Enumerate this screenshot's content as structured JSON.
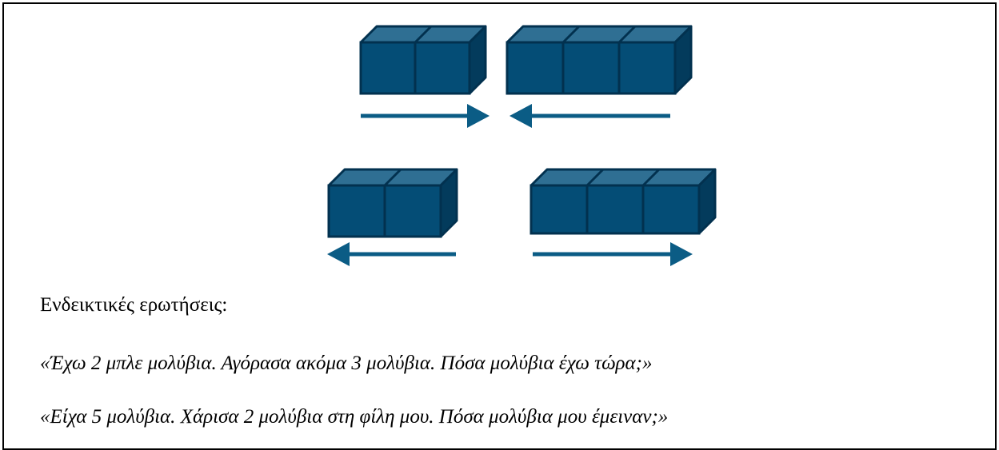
{
  "figure": {
    "colors": {
      "cube_front": "#044D76",
      "cube_top": "#2F6F93",
      "cube_side": "#033B5C",
      "cube_edge": "#02314F",
      "arrow": "#0B5C85"
    },
    "rows": [
      {
        "groups": [
          {
            "cubes": 2,
            "arrow": "right"
          },
          {
            "cubes": 3,
            "arrow": "left"
          }
        ]
      },
      {
        "groups": [
          {
            "cubes": 2,
            "arrow": "left"
          },
          {
            "cubes": 3,
            "arrow": "right"
          }
        ]
      }
    ]
  },
  "text": {
    "heading": "Ενδεικτικές ερωτήσεις:",
    "question_1": "«Έχω 2 μπλε μολύβια. Αγόρασα ακόμα 3 μολύβια. Πόσα μολύβια έχω τώρα;»",
    "question_2": "«Είχα 5 μολύβια. Χάρισα 2 μολύβια στη φίλη μου. Πόσα μολύβια μου έμειναν;»"
  }
}
